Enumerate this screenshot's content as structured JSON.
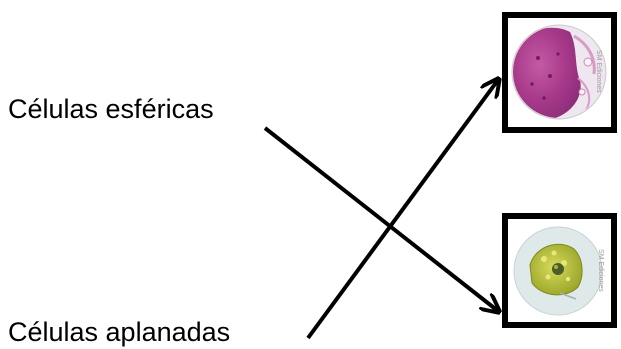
{
  "labels": {
    "spherical": "Células esféricas",
    "flattened": "Células aplanadas"
  },
  "images": {
    "top": {
      "watermark": "SM Ediciones"
    },
    "bottom": {
      "watermark": "SM Ediciones"
    }
  },
  "colors": {
    "line": "#000000",
    "tissue": "#b0428f",
    "cell_green": "#b9c43b",
    "dish": "#d9e7e9"
  }
}
